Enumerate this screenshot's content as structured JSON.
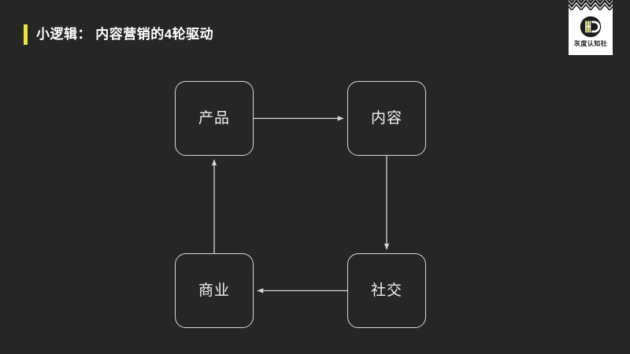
{
  "slide": {
    "background_color": "#262626",
    "accent_color": "#ece73d",
    "line_color": "#d8d8d8",
    "text_color": "#f2f2f2"
  },
  "header": {
    "prefix": "小逻辑：",
    "title": "小逻辑：  内容营销的4轮驱动"
  },
  "logo": {
    "name": "灰度认知社",
    "monogram": "HD"
  },
  "diagram": {
    "type": "cycle-diagram",
    "nodes": [
      {
        "id": "product",
        "label": "产品"
      },
      {
        "id": "content",
        "label": "内容"
      },
      {
        "id": "social",
        "label": "社交"
      },
      {
        "id": "business",
        "label": "商业"
      }
    ],
    "edges": [
      {
        "from": "product",
        "to": "content",
        "direction": "right"
      },
      {
        "from": "content",
        "to": "social",
        "direction": "down"
      },
      {
        "from": "social",
        "to": "business",
        "direction": "left"
      },
      {
        "from": "business",
        "to": "product",
        "direction": "up"
      }
    ]
  }
}
